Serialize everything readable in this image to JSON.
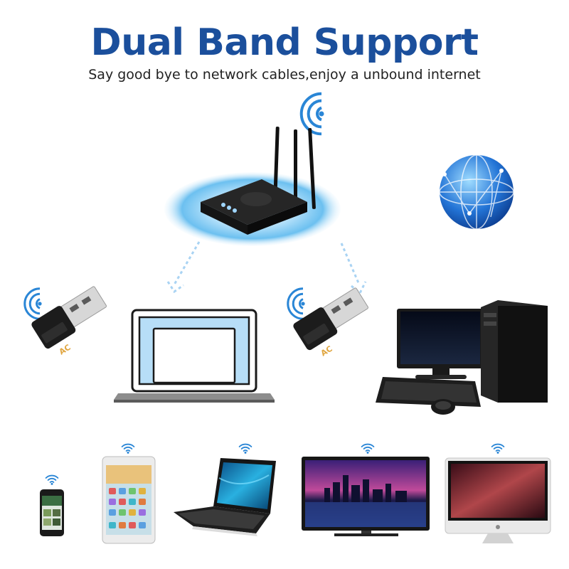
{
  "header": {
    "title": "Dual Band Support",
    "subtitle": "Say good bye to network cables,enjoy a unbound internet"
  },
  "adapter": {
    "badge_text": "AC"
  },
  "colors": {
    "title_blue": "#1b4f9c",
    "wifi_blue": "#2a86d6",
    "glow_blue": "#5cb6ee",
    "device_black": "#1c1c1c"
  },
  "icons": [
    "wifi-icon",
    "router",
    "globe-icon",
    "usb-adapter",
    "laptop",
    "desktop-pc",
    "phone",
    "tablet",
    "monitor",
    "imac"
  ]
}
